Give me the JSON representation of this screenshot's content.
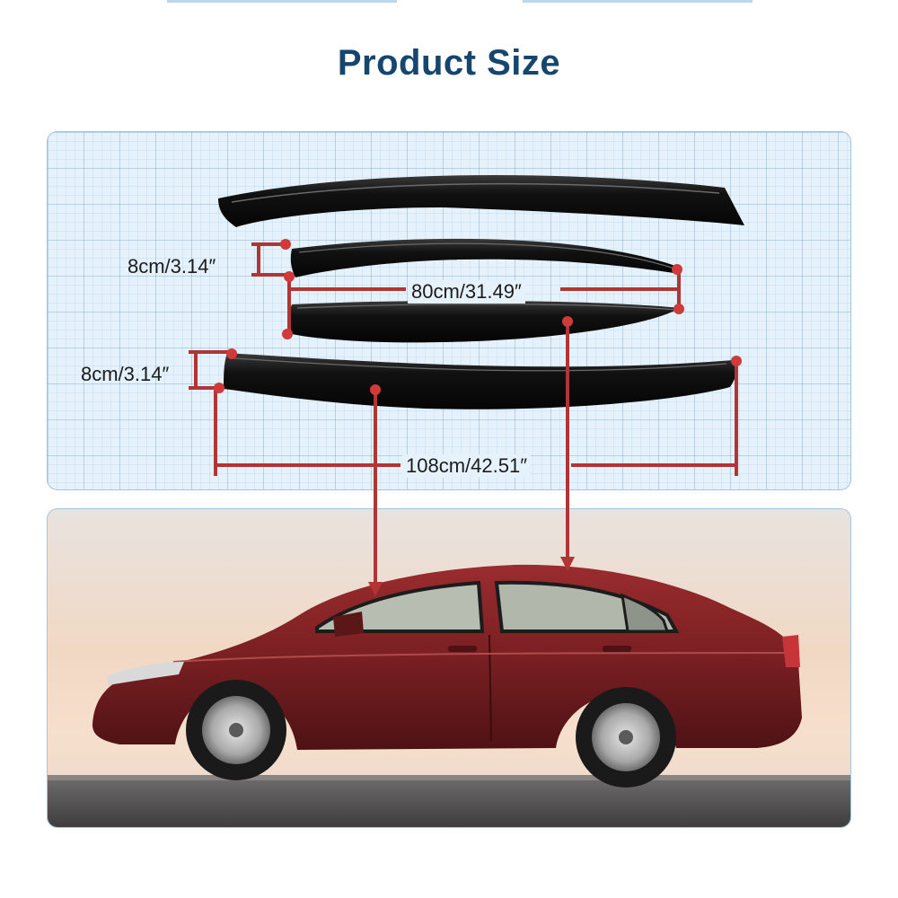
{
  "header": {
    "title": "Product Size"
  },
  "dimensions": {
    "front_height": "8cm/3.14″",
    "rear_height": "8cm/3.14″",
    "front_length": "80cm/31.49″",
    "rear_length": "108cm/42.51″"
  },
  "colors": {
    "title": "#16466e",
    "marker": "#cf3a3a",
    "measure_line": "#b23535",
    "car_body": "#7a1f22",
    "grid_bg": "#e5f2fb"
  }
}
